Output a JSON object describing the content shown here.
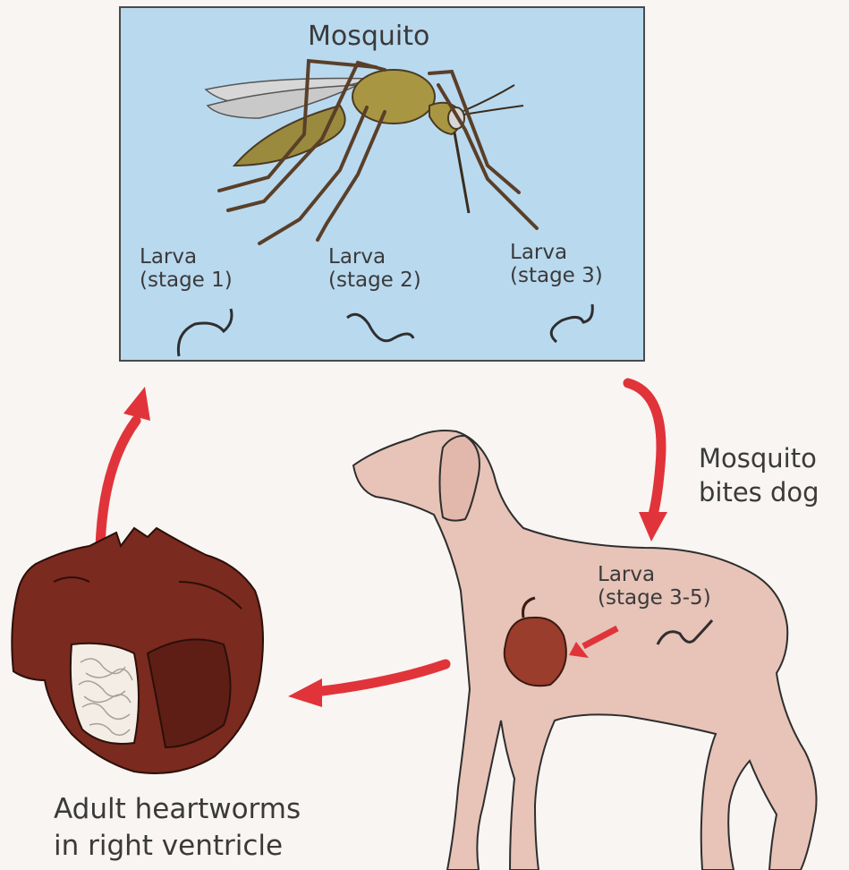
{
  "diagram": {
    "mosquito_box": {
      "title": "Mosquito",
      "larvae": [
        {
          "name": "Larva",
          "stage": "(stage 1)"
        },
        {
          "name": "Larva",
          "stage": "(stage 2)"
        },
        {
          "name": "Larva",
          "stage": "(stage 3)"
        }
      ]
    },
    "bite_label": {
      "line1": "Mosquito",
      "line2": "bites dog"
    },
    "dog_larva": {
      "name": "Larva",
      "stage": "(stage 3-5)"
    },
    "heart_label": {
      "line1": "Adult heartworms",
      "line2": "in right ventricle"
    },
    "colors": {
      "box_fill": "#b9d9ef",
      "box_border": "#4a4a4a",
      "arrow": "#e0343a",
      "dog": "#e7c3b8",
      "heart": "#8a3a2a",
      "mosquito_body": "#9a8a3e"
    }
  }
}
